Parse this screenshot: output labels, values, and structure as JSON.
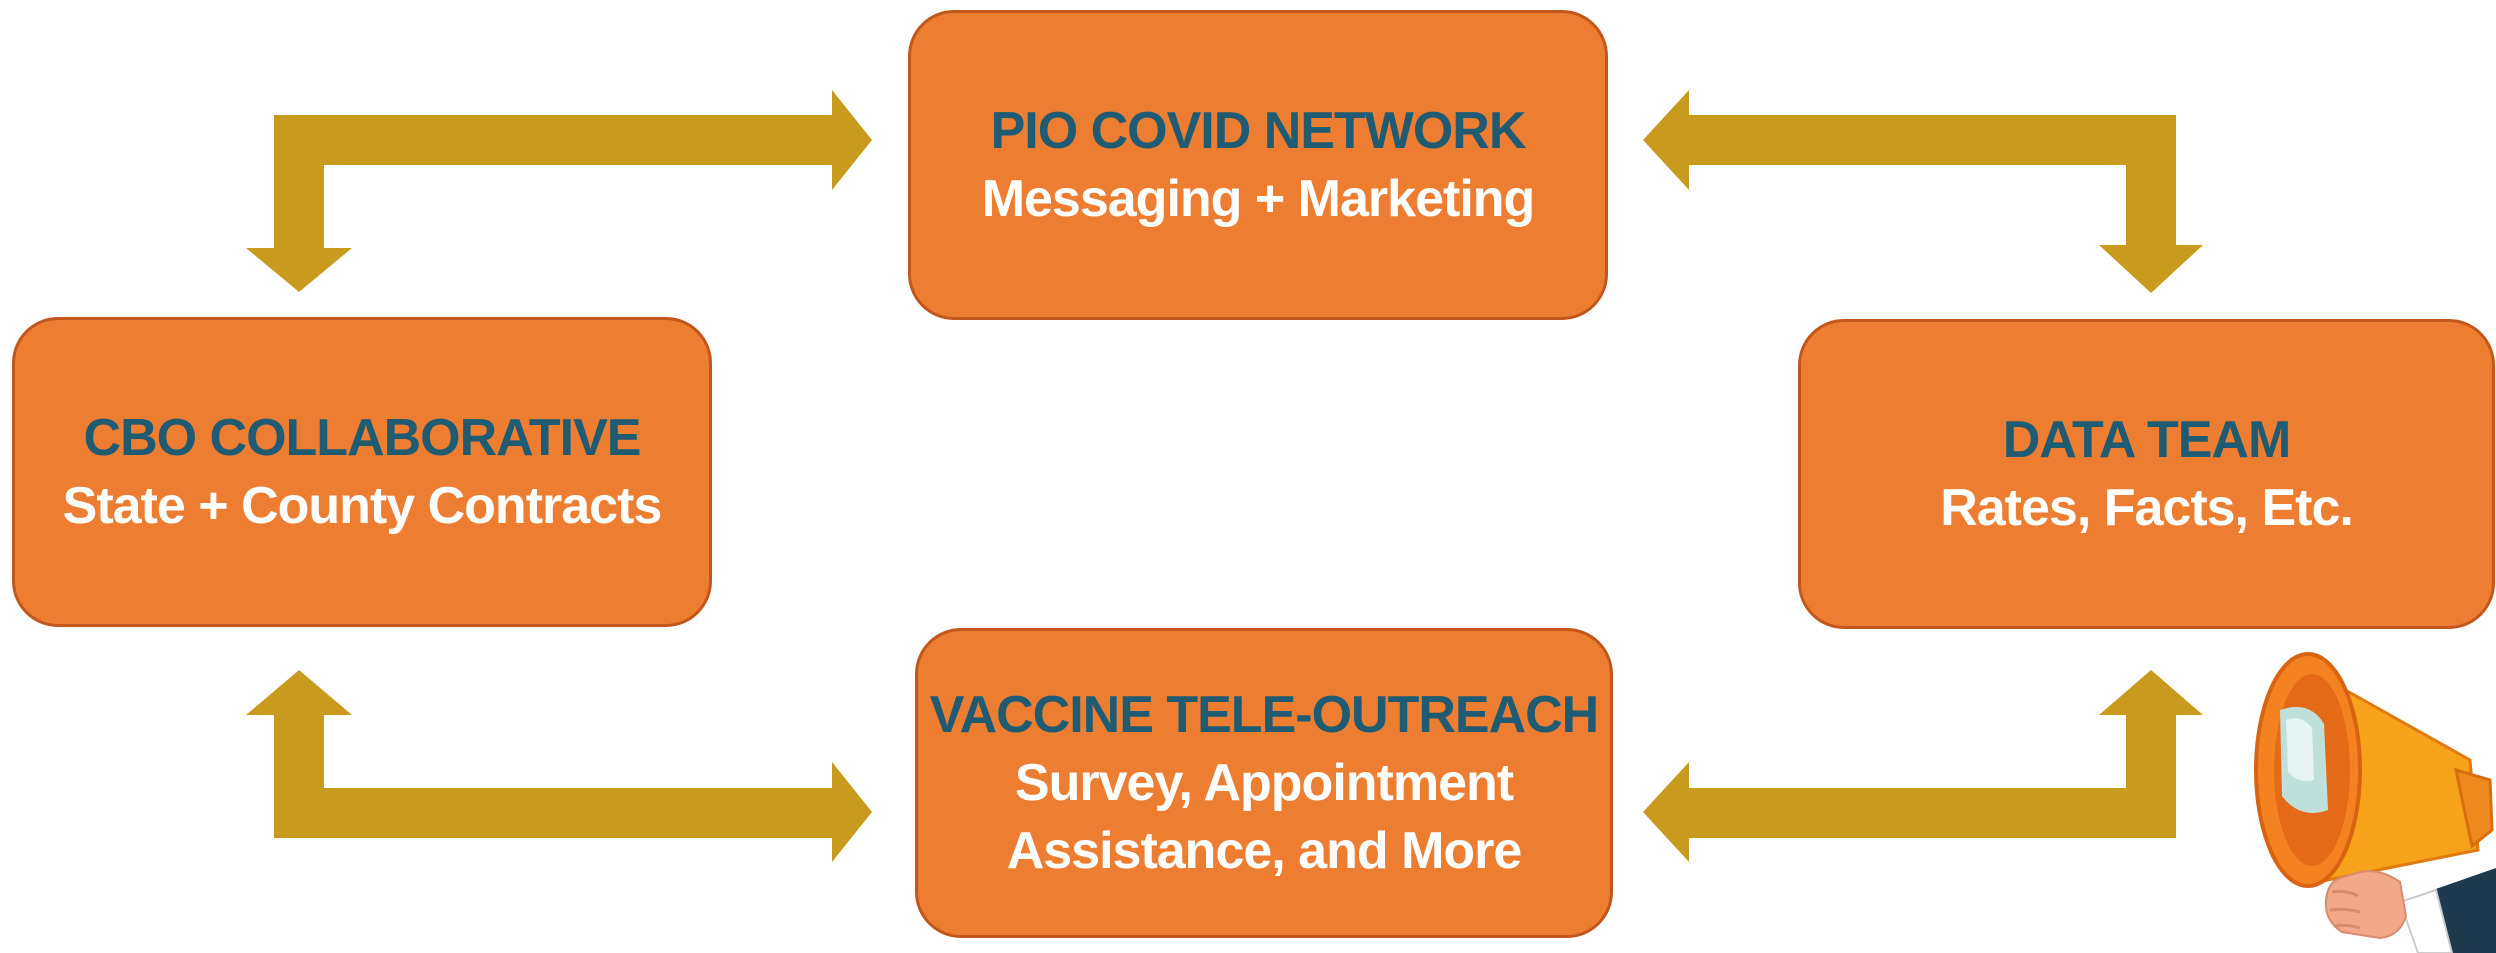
{
  "nodes": {
    "pio": {
      "title": "PIO COVID NETWORK",
      "lines": [
        "Messaging + Marketing"
      ]
    },
    "cbo": {
      "title": "CBO COLLABORATIVE",
      "lines": [
        "State + County Contracts"
      ]
    },
    "data": {
      "title": "DATA TEAM",
      "lines": [
        "Rates, Facts, Etc."
      ]
    },
    "vax": {
      "title": "VACCINE TELE-OUTREACH",
      "lines": [
        "Survey, Appointment",
        "Assistance, and More"
      ]
    }
  },
  "edges": [
    {
      "from": "cbo",
      "to": "pio"
    },
    {
      "from": "pio",
      "to": "data"
    },
    {
      "from": "cbo",
      "to": "vax"
    },
    {
      "from": "vax",
      "to": "data"
    }
  ],
  "colors": {
    "box_fill": "#ED7D31",
    "box_border": "#C2571C",
    "title_text": "#1F5C73",
    "subtitle_text": "#FFFFFF",
    "arrow": "#C89B1E"
  },
  "icons": {
    "corner": "megaphone-icon"
  }
}
